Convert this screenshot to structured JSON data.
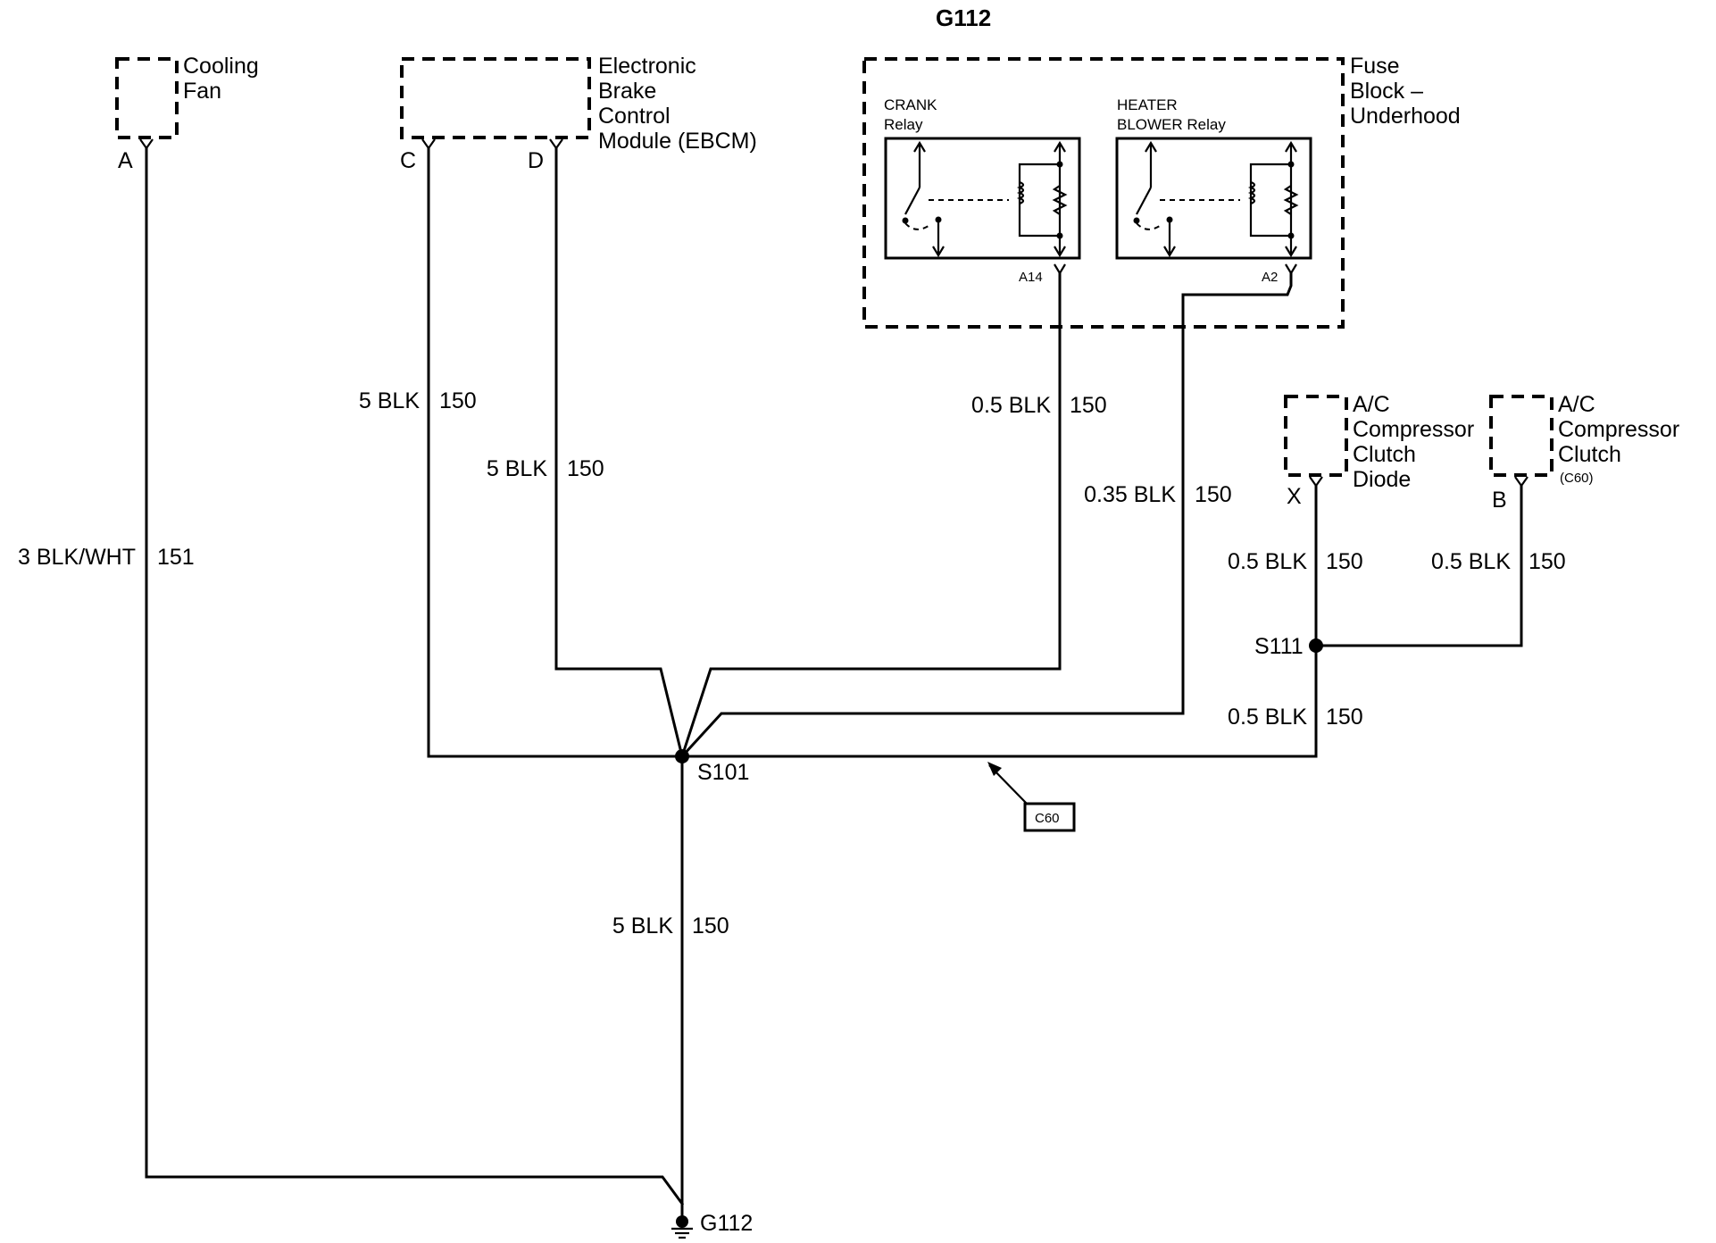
{
  "title": "G112",
  "components": {
    "cooling_fan": {
      "line1": "Cooling",
      "line2": "Fan",
      "pin": "A"
    },
    "ebcm": {
      "line1": "Electronic",
      "line2": "Brake",
      "line3": "Control",
      "line4": "Module (EBCM)",
      "pin_c": "C",
      "pin_d": "D"
    },
    "fuse_block": {
      "line1": "Fuse",
      "line2": "Block –",
      "line3": "Underhood"
    },
    "crank_relay": {
      "line1": "CRANK",
      "line2": "Relay",
      "pin": "A14"
    },
    "heater_relay": {
      "line1": "HEATER",
      "line2": "BLOWER Relay",
      "pin": "A2"
    },
    "ac_diode": {
      "line1": "A/C",
      "line2": "Compressor",
      "line3": "Clutch",
      "line4": "Diode",
      "pin": "X"
    },
    "ac_clutch": {
      "line1": "A/C",
      "line2": "Compressor",
      "line3": "Clutch",
      "line4": "(C60)",
      "pin": "B"
    }
  },
  "wires": {
    "fan": {
      "gauge": "3 BLK/WHT",
      "circuit": "151"
    },
    "ebcm_c": {
      "gauge": "5 BLK",
      "circuit": "150"
    },
    "ebcm_d": {
      "gauge": "5 BLK",
      "circuit": "150"
    },
    "crank": {
      "gauge": "0.5 BLK",
      "circuit": "150"
    },
    "heater": {
      "gauge": "0.35 BLK",
      "circuit": "150"
    },
    "diode": {
      "gauge": "0.5 BLK",
      "circuit": "150"
    },
    "clutch": {
      "gauge": "0.5 BLK",
      "circuit": "150"
    },
    "s111_out": {
      "gauge": "0.5 BLK",
      "circuit": "150"
    },
    "ground": {
      "gauge": "5 BLK",
      "circuit": "150"
    }
  },
  "splices": {
    "s101": "S101",
    "s111": "S111"
  },
  "connector": {
    "label": "C60"
  },
  "ground": {
    "label": "G112"
  }
}
